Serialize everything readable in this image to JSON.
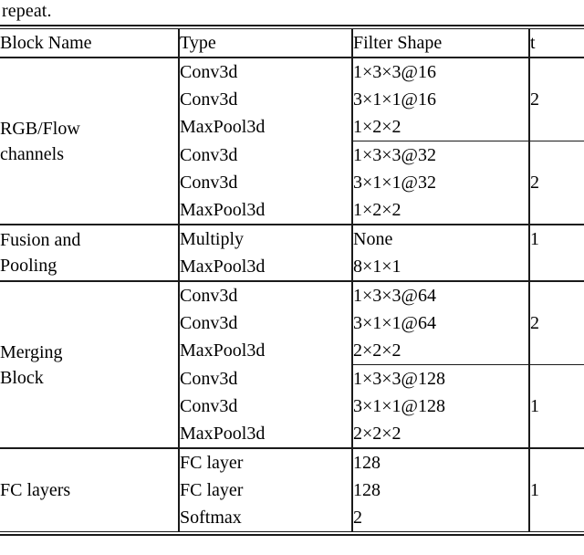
{
  "pretext": "repeat.",
  "table": {
    "columns": [
      "Block Name",
      "Type",
      "Filter Shape",
      "t"
    ],
    "groups": [
      {
        "name_lines": [
          "RGB/Flow",
          "channels"
        ],
        "subgroups": [
          {
            "t": "2",
            "rows": [
              {
                "type": "Conv3d",
                "shape": "1×3×3@16"
              },
              {
                "type": "Conv3d",
                "shape": "3×1×1@16"
              },
              {
                "type": "MaxPool3d",
                "shape": "1×2×2"
              }
            ]
          },
          {
            "t": "2",
            "rows": [
              {
                "type": "Conv3d",
                "shape": "1×3×3@32"
              },
              {
                "type": "Conv3d",
                "shape": "3×1×1@32"
              },
              {
                "type": "MaxPool3d",
                "shape": "1×2×2"
              }
            ]
          }
        ]
      },
      {
        "name_lines": [
          "Fusion and",
          "Pooling"
        ],
        "subgroups": [
          {
            "t": "1",
            "rows": [
              {
                "type": "Multiply",
                "shape": "None"
              },
              {
                "type": "MaxPool3d",
                "shape": "8×1×1"
              }
            ]
          }
        ]
      },
      {
        "name_lines": [
          "Merging",
          "Block"
        ],
        "subgroups": [
          {
            "t": "2",
            "rows": [
              {
                "type": "Conv3d",
                "shape": "1×3×3@64"
              },
              {
                "type": "Conv3d",
                "shape": "3×1×1@64"
              },
              {
                "type": "MaxPool3d",
                "shape": "2×2×2"
              }
            ]
          },
          {
            "t": "1",
            "rows": [
              {
                "type": "Conv3d",
                "shape": "1×3×3@128"
              },
              {
                "type": "Conv3d",
                "shape": "3×1×1@128"
              },
              {
                "type": "MaxPool3d",
                "shape": "2×2×2"
              }
            ]
          }
        ]
      },
      {
        "name_lines": [
          "FC layers"
        ],
        "subgroups": [
          {
            "t": "1",
            "rows": [
              {
                "type": "FC layer",
                "shape": "128"
              },
              {
                "type": "FC layer",
                "shape": "128"
              },
              {
                "type": "Softmax",
                "shape": "2"
              }
            ]
          }
        ]
      }
    ]
  }
}
